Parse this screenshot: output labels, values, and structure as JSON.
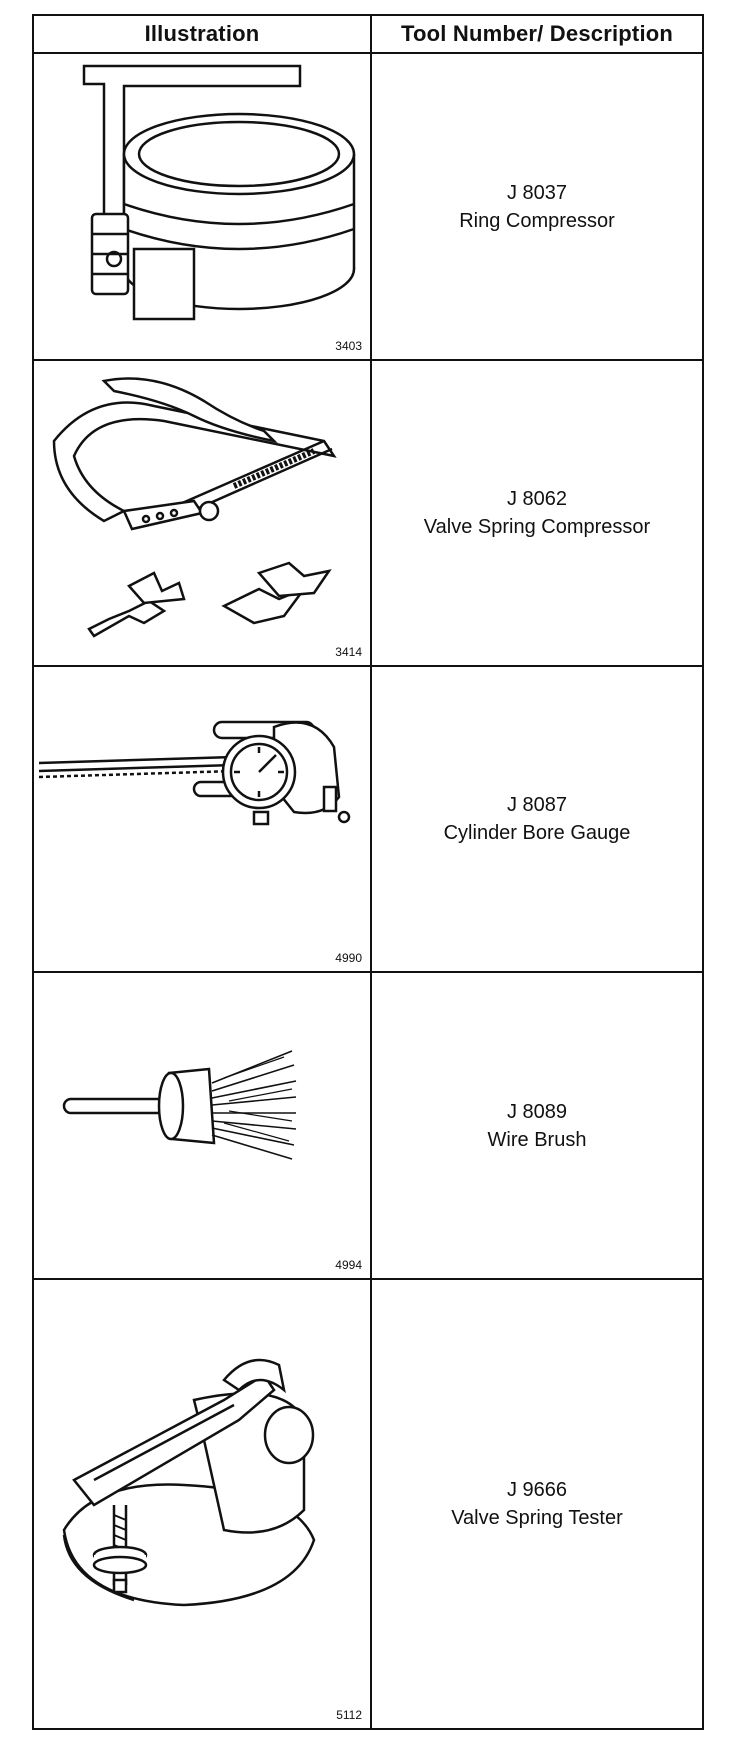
{
  "header": {
    "illustration": "Illustration",
    "description": "Tool Number/ Description"
  },
  "tools": [
    {
      "number": "J 8037",
      "name": "Ring Compressor",
      "figure": "3403",
      "icon": "ring-compressor-icon"
    },
    {
      "number": "J 8062",
      "name": "Valve Spring Compressor",
      "figure": "3414",
      "icon": "valve-spring-compressor-icon"
    },
    {
      "number": "J 8087",
      "name": "Cylinder Bore Gauge",
      "figure": "4990",
      "icon": "cylinder-bore-gauge-icon"
    },
    {
      "number": "J 8089",
      "name": "Wire Brush",
      "figure": "4994",
      "icon": "wire-brush-icon"
    },
    {
      "number": "J 9666",
      "name": "Valve Spring Tester",
      "figure": "5112",
      "icon": "valve-spring-tester-icon"
    }
  ]
}
